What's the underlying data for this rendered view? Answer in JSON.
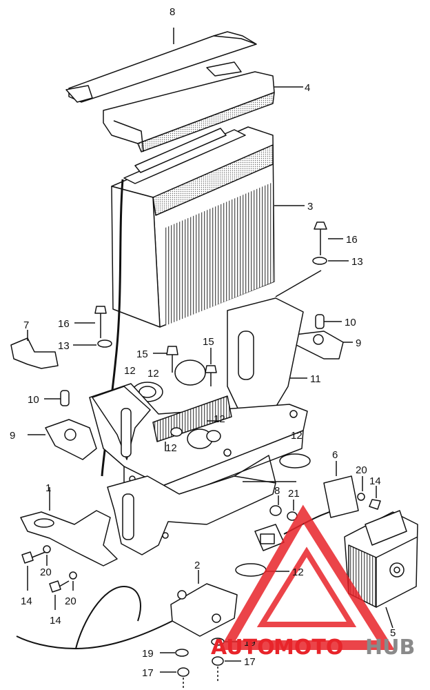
{
  "diagram": {
    "labels": [
      {
        "id": "8",
        "text": "8"
      },
      {
        "id": "4",
        "text": "4"
      },
      {
        "id": "3",
        "text": "3"
      },
      {
        "id": "16a",
        "text": "16"
      },
      {
        "id": "13a",
        "text": "13"
      },
      {
        "id": "7",
        "text": "7"
      },
      {
        "id": "16b",
        "text": "16"
      },
      {
        "id": "13b",
        "text": "13"
      },
      {
        "id": "10a",
        "text": "10"
      },
      {
        "id": "9a",
        "text": "9"
      },
      {
        "id": "15a",
        "text": "15"
      },
      {
        "id": "15b",
        "text": "15"
      },
      {
        "id": "12a",
        "text": "12"
      },
      {
        "id": "12b",
        "text": "12"
      },
      {
        "id": "11",
        "text": "11"
      },
      {
        "id": "10b",
        "text": "10"
      },
      {
        "id": "9b",
        "text": "9"
      },
      {
        "id": "12c",
        "text": "12"
      },
      {
        "id": "12d",
        "text": "12"
      },
      {
        "id": "12e",
        "text": "12"
      },
      {
        "id": "6",
        "text": "6"
      },
      {
        "id": "20a",
        "text": "20"
      },
      {
        "id": "14a",
        "text": "14"
      },
      {
        "id": "1",
        "text": "1"
      },
      {
        "id": "8b",
        "text": "8"
      },
      {
        "id": "21",
        "text": "21"
      },
      {
        "id": "12f",
        "text": "12"
      },
      {
        "id": "20b",
        "text": "20"
      },
      {
        "id": "14b",
        "text": "14"
      },
      {
        "id": "20c",
        "text": "20"
      },
      {
        "id": "14c",
        "text": "14"
      },
      {
        "id": "2",
        "text": "2"
      },
      {
        "id": "5",
        "text": "5"
      },
      {
        "id": "19a",
        "text": "19"
      },
      {
        "id": "19b",
        "text": "19"
      },
      {
        "id": "17a",
        "text": "17"
      },
      {
        "id": "17b",
        "text": "17"
      }
    ]
  },
  "watermark": {
    "part1": "AUTO",
    "part2": "MOTO",
    "part3": "HUB",
    "color_red": "#e8242a",
    "color_grey": "#8a8a8a"
  }
}
